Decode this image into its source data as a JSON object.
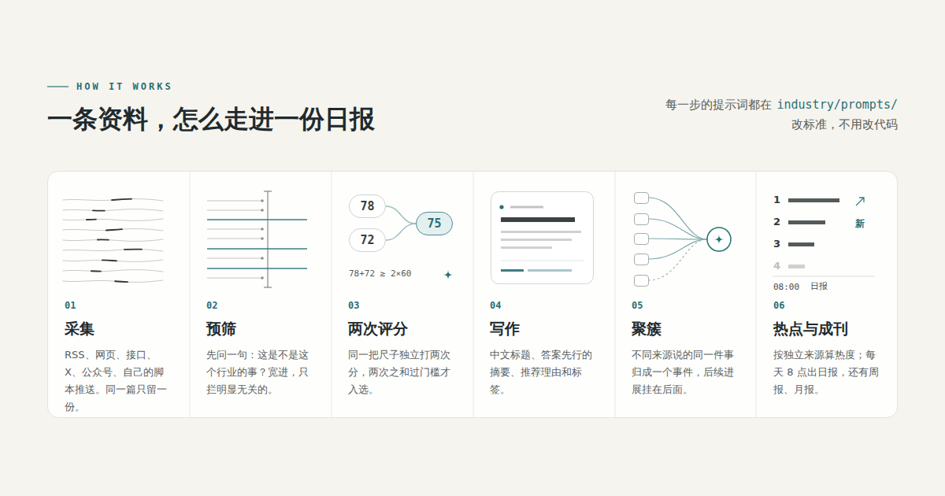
{
  "diagram": {
    "title": "一条资料，怎么走进一份日报",
    "nodes": [
      {
        "text": [
          "01",
          "采集",
          "RSS、网页、接口、X、公众号、自己的脚本推送。同一篇只留一份。"
        ]
      },
      {
        "text": [
          "02",
          "预筛",
          "先问一句：这是不是这个行业的事？宽进，只拦明显无关的。"
        ]
      },
      {
        "text": [
          "03",
          "两次评分",
          "同一把尺子独立打两次分，两次之和过门槛才入选。"
        ]
      },
      {
        "text": [
          "78"
        ],
        "in": 2
      },
      {
        "text": [
          "72"
        ],
        "in": 2
      },
      {
        "text": [
          "75"
        ],
        "in": 2
      },
      {
        "text": [
          "04",
          "写作",
          "中文标题、答案先行的摘要、推荐理由和标签。"
        ]
      },
      {
        "text": [
          "05",
          "聚簇",
          "不同来源说的同一件事归成一个事件，后续进展挂在后面。"
        ]
      },
      {
        "text": [
          "06",
          "热点与成刊",
          "按独立来源算热度；每天 8 点出日报，还有周报、月报。"
        ]
      }
    ],
    "edges": [
      {
        "from": 3,
        "to": 5,
        "arrow": "none"
      },
      {
        "from": 4,
        "to": 5,
        "arrow": "none"
      }
    ],
    "labels": [
      "HOW IT WORKS",
      "每一步的提示词都在",
      "industry/prompts/",
      "改标准，不用改代码",
      "78+72 ≥ 2×60",
      "1",
      "2",
      "新",
      "3",
      "4",
      "08:00",
      "日报"
    ]
  }
}
